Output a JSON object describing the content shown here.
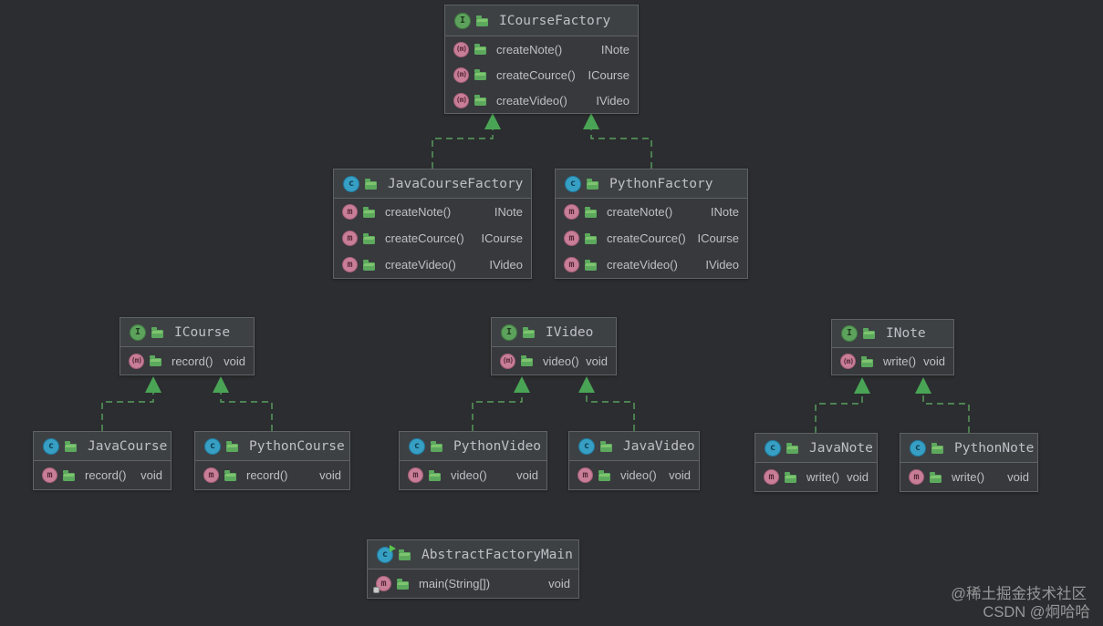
{
  "colors": {
    "background": "#2b2d30",
    "box_body": "#37393c",
    "box_header": "#3e4144",
    "box_border": "#606366",
    "text": "#bdc0c6",
    "edge_green": "#5aa05f",
    "arrowhead_green": "#4aa455",
    "interface_icon_green": "#5da25c",
    "class_icon_blue": "#379fc4",
    "method_icon_pink": "#c87e97"
  },
  "classes": [
    {
      "id": "icoursefactory",
      "kind": "interface",
      "name": "ICourseFactory",
      "methods": [
        {
          "name": "createNote()",
          "type": "INote",
          "abstract": true
        },
        {
          "name": "createCource()",
          "type": "ICourse",
          "abstract": true
        },
        {
          "name": "createVideo()",
          "type": "IVideo",
          "abstract": true
        }
      ]
    },
    {
      "id": "javacoursefactory",
      "kind": "class",
      "name": "JavaCourseFactory",
      "methods": [
        {
          "name": "createNote()",
          "type": "INote"
        },
        {
          "name": "createCource()",
          "type": "ICourse"
        },
        {
          "name": "createVideo()",
          "type": "IVideo"
        }
      ]
    },
    {
      "id": "pythonfactory",
      "kind": "class",
      "name": "PythonFactory",
      "methods": [
        {
          "name": "createNote()",
          "type": "INote"
        },
        {
          "name": "createCource()",
          "type": "ICourse"
        },
        {
          "name": "createVideo()",
          "type": "IVideo"
        }
      ]
    },
    {
      "id": "icourse",
      "kind": "interface",
      "name": "ICourse",
      "methods": [
        {
          "name": "record()",
          "type": "void",
          "abstract": true
        }
      ]
    },
    {
      "id": "ivideo",
      "kind": "interface",
      "name": "IVideo",
      "methods": [
        {
          "name": "video()",
          "type": "void",
          "abstract": true
        }
      ]
    },
    {
      "id": "inote",
      "kind": "interface",
      "name": "INote",
      "methods": [
        {
          "name": "write()",
          "type": "void",
          "abstract": true
        }
      ]
    },
    {
      "id": "javacourse",
      "kind": "class",
      "name": "JavaCourse",
      "methods": [
        {
          "name": "record()",
          "type": "void"
        }
      ]
    },
    {
      "id": "pythoncourse",
      "kind": "class",
      "name": "PythonCourse",
      "methods": [
        {
          "name": "record()",
          "type": "void"
        }
      ]
    },
    {
      "id": "pythonvideo",
      "kind": "class",
      "name": "PythonVideo",
      "methods": [
        {
          "name": "video()",
          "type": "void"
        }
      ]
    },
    {
      "id": "javavideo",
      "kind": "class",
      "name": "JavaVideo",
      "methods": [
        {
          "name": "video()",
          "type": "void"
        }
      ]
    },
    {
      "id": "javanote",
      "kind": "class",
      "name": "JavaNote",
      "methods": [
        {
          "name": "write()",
          "type": "void"
        }
      ]
    },
    {
      "id": "pythonnote",
      "kind": "class",
      "name": "PythonNote",
      "methods": [
        {
          "name": "write()",
          "type": "void"
        }
      ]
    },
    {
      "id": "abstractfactorymain",
      "kind": "class",
      "runnable": true,
      "name": "AbstractFactoryMain",
      "methods": [
        {
          "name": "main(String[])",
          "type": "void",
          "static": true
        }
      ]
    }
  ],
  "relations": [
    {
      "from": "JavaCourseFactory",
      "to": "ICourseFactory",
      "type": "implements"
    },
    {
      "from": "PythonFactory",
      "to": "ICourseFactory",
      "type": "implements"
    },
    {
      "from": "JavaCourse",
      "to": "ICourse",
      "type": "implements"
    },
    {
      "from": "PythonCourse",
      "to": "ICourse",
      "type": "implements"
    },
    {
      "from": "PythonVideo",
      "to": "IVideo",
      "type": "implements"
    },
    {
      "from": "JavaVideo",
      "to": "IVideo",
      "type": "implements"
    },
    {
      "from": "JavaNote",
      "to": "INote",
      "type": "implements"
    },
    {
      "from": "PythonNote",
      "to": "INote",
      "type": "implements"
    }
  ],
  "watermark": {
    "line1": "@稀土掘金技术社区",
    "line2": "CSDN @炯哈哈"
  }
}
